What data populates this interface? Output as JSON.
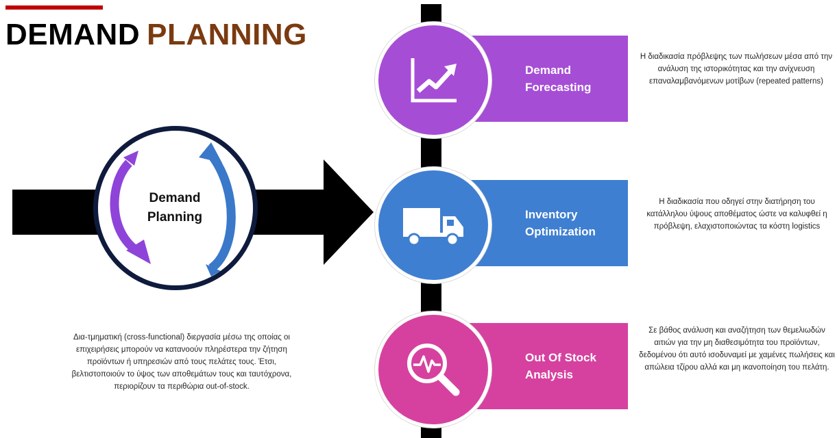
{
  "title": {
    "word1": "DEMAND",
    "word2": "PLANNING"
  },
  "center": {
    "line1": "Demand",
    "line2": "Planning",
    "description": "Δια-τμηματική (cross-functional) διεργασία μέσω της οποίας οι επιχειρήσεις μπορούν να κατανοούν πληρέστερα την ζήτηση προϊόντων ή υπηρεσιών από τους πελάτες τους. Έτσι, βελτιστοποιούν το ύψος των αποθεμάτων τους και ταυτόχρονα, περιορίζουν τα περιθώρια out-of-stock."
  },
  "steps": [
    {
      "line1": "Demand",
      "line2": "Forecasting",
      "icon": "line-chart-icon",
      "color": "#a64dd6",
      "description": "Η διαδικασία πρόβλεψης των πωλήσεων μέσα από την ανάλυση της ιστορικότητας και την ανίχνευση επαναλαμβανόμενων μοτίβων (repeated patterns)"
    },
    {
      "line1": "Inventory",
      "line2": "Optimization",
      "icon": "truck-icon",
      "color": "#3f7fd1",
      "description": "Η διαδικασία που οδηγεί στην διατήρηση του κατάλληλου ύψους αποθέματος ώστε να καλυφθεί η πρόβλεψη, ελαχιστοποιώντας τα κόστη logistics"
    },
    {
      "line1": "Out Of Stock",
      "line2": "Analysis",
      "icon": "magnifier-pulse-icon",
      "color": "#d6419f",
      "description": "Σε βάθος ανάλυση και αναζήτηση των θεμελιωδών αιτιών για την μη διαθεσιμότητα του προϊόντων, δεδομένου ότι αυτό ισοδυναμεί με χαμένες πωλήσεις και απώλεια τζίρου αλλά και μη ικανοποίηση του πελάτη."
    }
  ],
  "colors": {
    "title_accent": "#7b3a10",
    "title_bar": "#c00000",
    "ring": "#0f1b3d",
    "arrow_purple": "#8e44d9",
    "arrow_blue": "#3a78c9"
  }
}
